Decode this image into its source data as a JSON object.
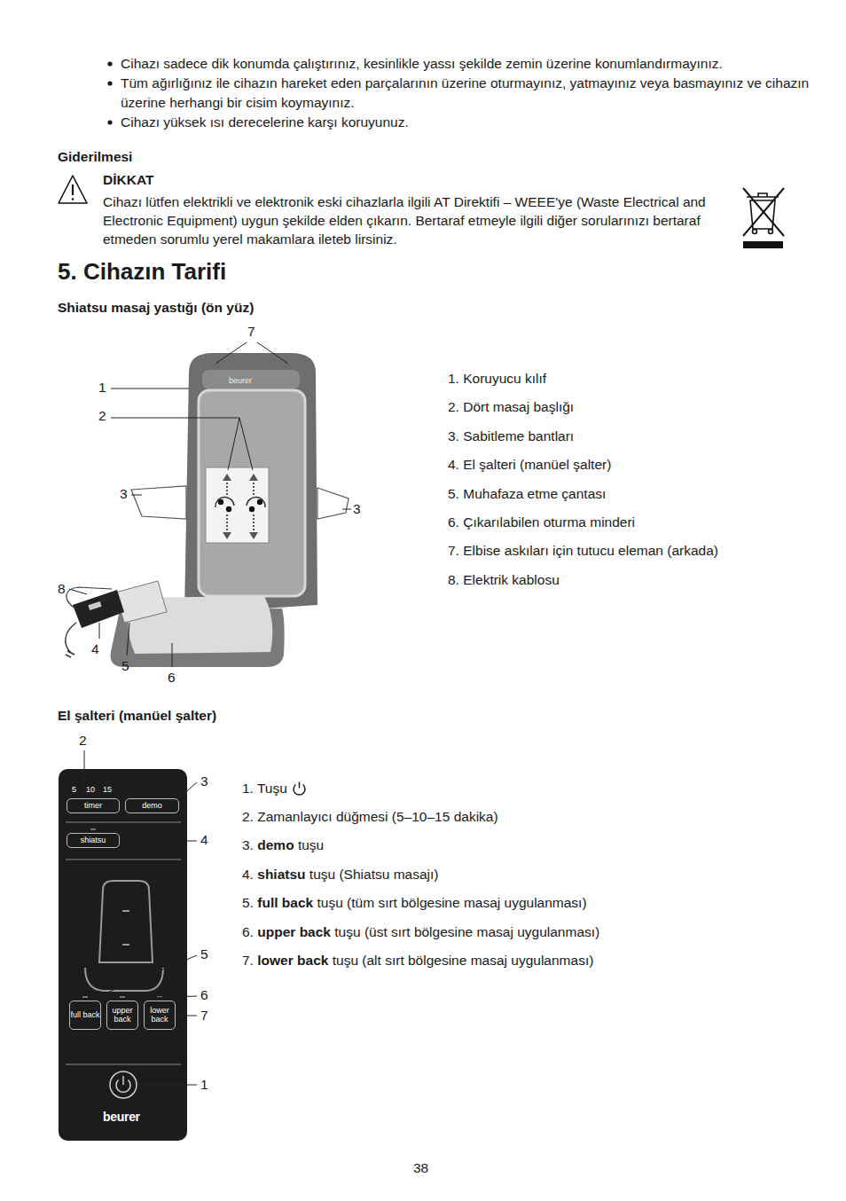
{
  "diagram": {
    "title": "5. Cihazın Tarifi",
    "nodes": [
      {
        "text": [
          "5",
          "10",
          "15",
          "beurer"
        ]
      },
      {
        "text": [
          "timer"
        ],
        "in": 0
      },
      {
        "text": [
          "demo"
        ],
        "in": 0
      },
      {
        "text": [
          "shiatsu"
        ],
        "in": 0
      },
      {
        "text": [
          "full back"
        ],
        "in": 0
      },
      {
        "text": [
          "upper back"
        ],
        "in": 0
      },
      {
        "text": [
          "lower back"
        ],
        "in": 0
      }
    ],
    "labels": [
      "Cihazı sadece dik konumda çalıştırınız, kesinlikle yassı şekilde zemin üzerine konumlandırmayınız.",
      "Tüm ağırlığınız ile cihazın hareket eden parçalarının üzerine oturmayınız, yatmayınız veya basmayınız ve cihazın üzerine herhangi bir cisim koymayınız.",
      "Cihazı yüksek ısı derecelerine karşı koruyunuz.",
      "Giderilmesi",
      "DİKKAT",
      "Cihazı lütfen elektrikli ve elektronik eski cihazlarla ilgili AT Direktifi – WEEE'ye (Waste Electrical and Electronic Equipment) uygun şekilde elden çıkarın. Bertaraf etmeyle ilgili diğer sorularınızı bertaraf etmeden sorumlu yerel makamlara ileteb lirsiniz.",
      "Shiatsu masaj yastığı (ön yüz)",
      "7",
      "1",
      "2",
      "3",
      "3",
      "8",
      "4",
      "5",
      "6",
      "beurer",
      "1. Koruyucu kılıf",
      "2. Dört masaj başlığı",
      "3. Sabitleme bantları",
      "4. El şalteri (manüel şalter)",
      "5. Muhafaza etme çantası",
      "6. Çıkarılabilen oturma minderi",
      "7. Elbise askıları için tutucu eleman (arkada)",
      "8. Elektrik kablosu",
      "El şalteri (manüel şalter)",
      "2",
      "3",
      "4",
      "5",
      "6",
      "7",
      "1",
      "1. Tuşu",
      "2. Zamanlayıcı düğmesi (5–10–15 dakika)",
      "3.",
      "demo",
      "tuşu",
      "4.",
      "shiatsu",
      "tuşu (Shiatsu masajı)",
      "5.",
      "full back",
      "tuşu (tüm sırt bölgesine masaj uygulanması)",
      "6.",
      "upper back",
      "tuşu (üst sırt bölgesine masaj uygulanması)",
      "7.",
      "lower back",
      "tuşu (alt sırt bölgesine masaj uygulanması)",
      "38"
    ]
  }
}
